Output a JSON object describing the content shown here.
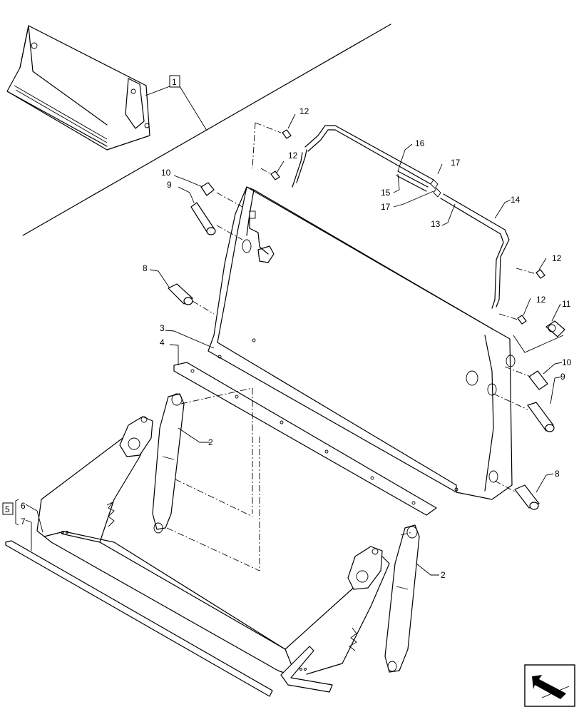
{
  "diagram": {
    "callouts": {
      "c1": "1",
      "c2a": "2",
      "c2b": "2",
      "c3": "3",
      "c4": "4",
      "c5": "5",
      "c6": "6",
      "c7": "7",
      "c8a": "8",
      "c8b": "8",
      "c9a": "9",
      "c9b": "9",
      "c10a": "10",
      "c10b": "10",
      "c11": "11",
      "c12a": "12",
      "c12b": "12",
      "c12c": "12",
      "c12d": "12",
      "c13": "13",
      "c14": "14",
      "c15": "15",
      "c16": "16",
      "c17a": "17",
      "c17b": "17"
    }
  },
  "nav": {
    "icon": "next-page-arrow-icon"
  }
}
